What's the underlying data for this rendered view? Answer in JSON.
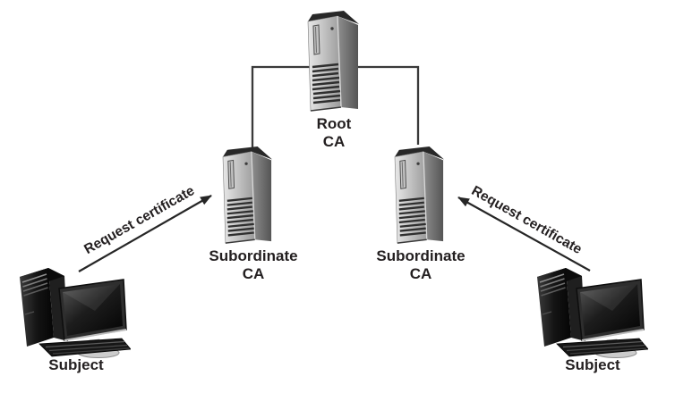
{
  "diagram": {
    "background_color": "#ffffff",
    "line_color": "#3a3a3a",
    "arrow_color": "#262626",
    "text_color": "#231f20",
    "nodes": {
      "root_ca": {
        "icon": "server-tower",
        "label_line1": "Root",
        "label_line2": "CA"
      },
      "subordinate_ca_left": {
        "icon": "server-tower",
        "label_line1": "Subordinate",
        "label_line2": "CA"
      },
      "subordinate_ca_right": {
        "icon": "server-tower",
        "label_line1": "Subordinate",
        "label_line2": "CA"
      },
      "subject_left": {
        "icon": "desktop-workstation",
        "label": "Subject"
      },
      "subject_right": {
        "icon": "desktop-workstation",
        "label": "Subject"
      }
    },
    "connections": {
      "hierarchy": {
        "from": "root_ca",
        "to_left": "subordinate_ca_left",
        "to_right": "subordinate_ca_right",
        "style": "right-angle-lines"
      },
      "request_left": {
        "from": "subject_left",
        "to": "subordinate_ca_left",
        "label": "Request certificate"
      },
      "request_right": {
        "from": "subject_right",
        "to": "subordinate_ca_right",
        "label": "Request certificate"
      }
    }
  }
}
